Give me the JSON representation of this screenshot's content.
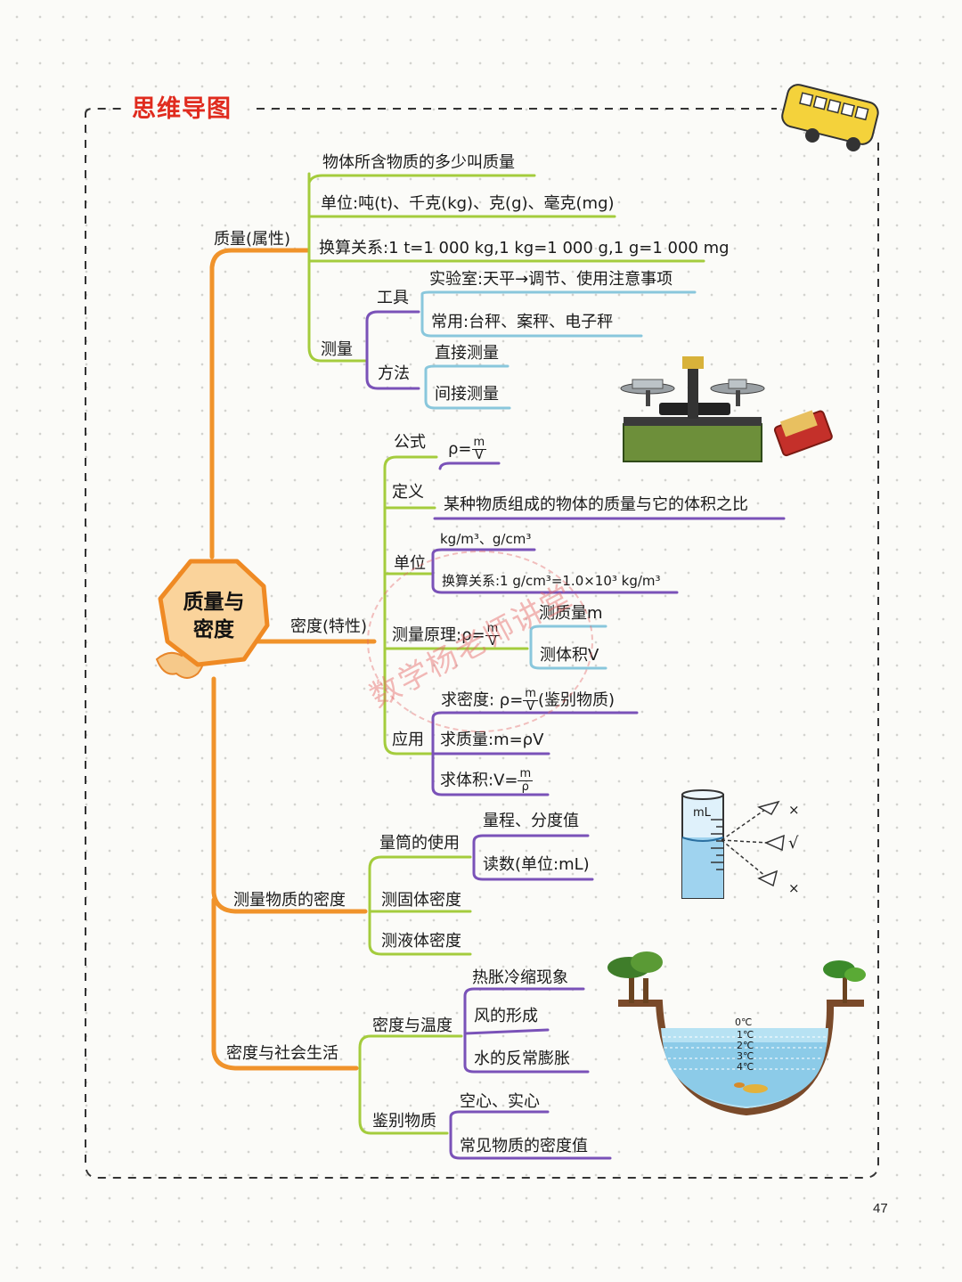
{
  "title": "思维导图",
  "root": {
    "line1": "质量与",
    "line2": "密度"
  },
  "mass": {
    "label": "质量(属性)",
    "definition": "物体所含物质的多少叫质量",
    "units": "单位:吨(t)、千克(kg)、克(g)、毫克(mg)",
    "conversion": "换算关系:1 t=1 000 kg,1 kg=1 000 g,1 g=1 000 mg",
    "measure": {
      "label": "测量",
      "tools": {
        "label": "工具",
        "lab": "实验室:天平→调节、使用注意事项",
        "common": "常用:台秤、案秤、电子秤"
      },
      "methods": {
        "label": "方法",
        "direct": "直接测量",
        "indirect": "间接测量"
      }
    }
  },
  "density": {
    "label": "密度(特性)",
    "formula": {
      "label": "公式",
      "lhs": "ρ=",
      "num": "m",
      "den": "V"
    },
    "definition": {
      "label": "定义",
      "text": "某种物质组成的物体的质量与它的体积之比"
    },
    "units": {
      "label": "单位",
      "symbols": "kg/m³、g/cm³",
      "conversion": "换算关系:1 g/cm³=1.0×10³ kg/m³"
    },
    "principle": {
      "label": "测量原理:ρ=",
      "num": "m",
      "den": "V",
      "mass": "测质量m",
      "volume": "测体积V"
    },
    "application": {
      "label": "应用",
      "density_prefix": "求密度: ρ=",
      "density_num": "m",
      "density_den": "V",
      "density_note": "(鉴别物质)",
      "mass": "求质量:m=ρV",
      "volume_prefix": "求体积:V=",
      "volume_num": "m",
      "volume_den": "ρ"
    }
  },
  "measuring": {
    "label": "测量物质的密度",
    "cylinder": {
      "label": "量筒的使用",
      "range": "量程、分度值",
      "reading": "读数(单位:mL)"
    },
    "solid": "测固体密度",
    "liquid": "测液体密度"
  },
  "society": {
    "label": "密度与社会生活",
    "temperature": {
      "label": "密度与温度",
      "expansion": "热胀冷缩现象",
      "wind": "风的形成",
      "water": "水的反常膨胀"
    },
    "identify": {
      "label": "鉴别物质",
      "hollow": "空心、实心",
      "common": "常见物质的密度值"
    }
  },
  "cylinder_figure": {
    "unit": "mL",
    "wrong1": "×",
    "right": "√",
    "wrong2": "×"
  },
  "lake_figure": {
    "t0": "0℃",
    "t1": "1℃",
    "t2": "2℃",
    "t3": "3℃",
    "t4": "4℃"
  },
  "watermark": "数学杨老师讲堂",
  "page_number": "47",
  "colors": {
    "title": "#e02b1e",
    "trunk": "#f0932b",
    "branch": "#a4cc3d",
    "sub": "#7a52b8",
    "leaf": "#89c7dc",
    "root_fill": "#fad39b"
  }
}
